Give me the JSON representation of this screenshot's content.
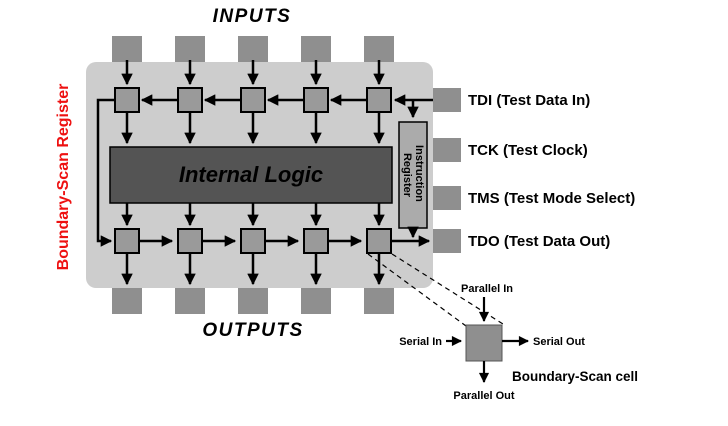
{
  "diagram": {
    "inputs_label": "INPUTS",
    "outputs_label": "OUTPUTS",
    "boundary_scan_register_label": "Boundary-Scan Register",
    "internal_logic_label": "Internal Logic",
    "instruction_register": {
      "line1": "Instruction",
      "line2": "Register"
    },
    "pins": [
      {
        "name": "TDI",
        "label": "TDI (Test Data In)"
      },
      {
        "name": "TCK",
        "label": "TCK (Test Clock)"
      },
      {
        "name": "TMS",
        "label": "TMS (Test Mode Select)"
      },
      {
        "name": "TDO",
        "label": "TDO (Test Data Out)"
      }
    ],
    "cell_detail": {
      "parallel_in": "Parallel In",
      "serial_in": "Serial In",
      "serial_out": "Serial Out",
      "parallel_out": "Parallel Out",
      "caption": "Boundary-Scan cell"
    }
  },
  "colors": {
    "chip_fill": "#cdcdcd",
    "pad_fill": "#8f8f8f",
    "cell_fill": "#9a9a9a",
    "internal_logic_fill": "#545454",
    "instruction_register_fill": "#ababab",
    "detail_cell_fill": "#8f8f8f",
    "label_red": "#ee1111",
    "line_color": "#000000"
  }
}
